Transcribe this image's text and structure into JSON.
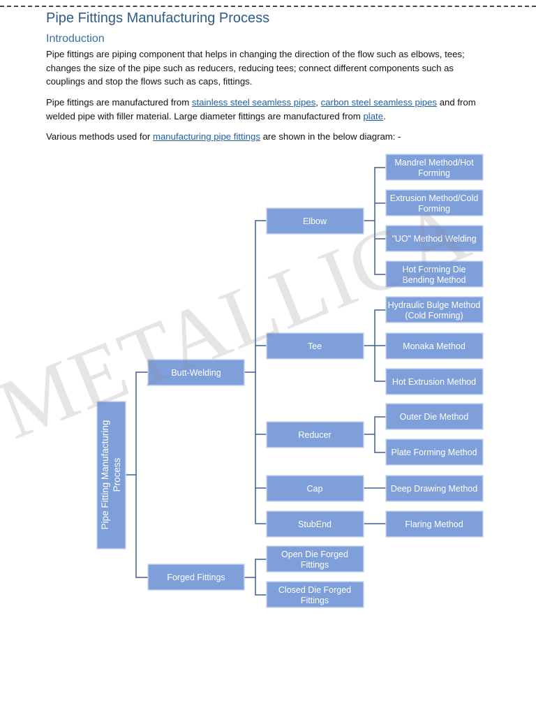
{
  "document": {
    "title": "Pipe Fittings Manufacturing Process",
    "section_heading": "Introduction",
    "paragraph1": "Pipe fittings are piping component that helps in changing the direction of the flow such as elbows, tees; changes the size of the pipe such as reducers, reducing tees; connect different components such as couplings and stop the flows such as caps, fittings.",
    "paragraph2": {
      "text_1": "Pipe fittings are manufactured from ",
      "link_1": "stainless steel seamless pipes",
      "text_2": ", ",
      "link_2": "carbon steel seamless pipes",
      "text_3": " and from welded pipe with filler material. Large diameter fittings are manufactured from ",
      "link_3": "plate",
      "text_4": "."
    },
    "paragraph3": {
      "text_1": "Various methods used for ",
      "link_1": "manufacturing pipe fittings",
      "text_2": " are shown in the below diagram: -"
    }
  },
  "watermark": "METALLICA",
  "diagram": {
    "root": [
      "Pipe Fitting Manufacturing",
      "Process"
    ],
    "level1": {
      "butt_welding": "Butt-Welding",
      "forged_fittings": "Forged Fittings"
    },
    "level2": {
      "elbow": "Elbow",
      "tee": "Tee",
      "reducer": "Reducer",
      "cap": "Cap",
      "stubend": "StubEnd",
      "open_die": [
        "Open Die Forged",
        "Fittings"
      ],
      "closed_die": [
        "Closed Die Forged",
        "Fittings"
      ]
    },
    "level3": {
      "mandrel": [
        "Mandrel Method/Hot",
        "Forming"
      ],
      "extrusion": [
        "Extrusion Method/Cold",
        "Forming"
      ],
      "uo": "\"UO\" Method Welding",
      "hot_forming_die": [
        "Hot Forming Die",
        "Bending Method"
      ],
      "hydraulic": [
        "Hydraulic Bulge Method",
        "(Cold Forming)"
      ],
      "monaka": "Monaka Method",
      "hot_extrusion": "Hot Extrusion Method",
      "outer_die": "Outer Die Method",
      "plate_forming": "Plate Forming Method",
      "deep_drawing": "Deep Drawing Method",
      "flaring": "Flaring Method"
    }
  }
}
